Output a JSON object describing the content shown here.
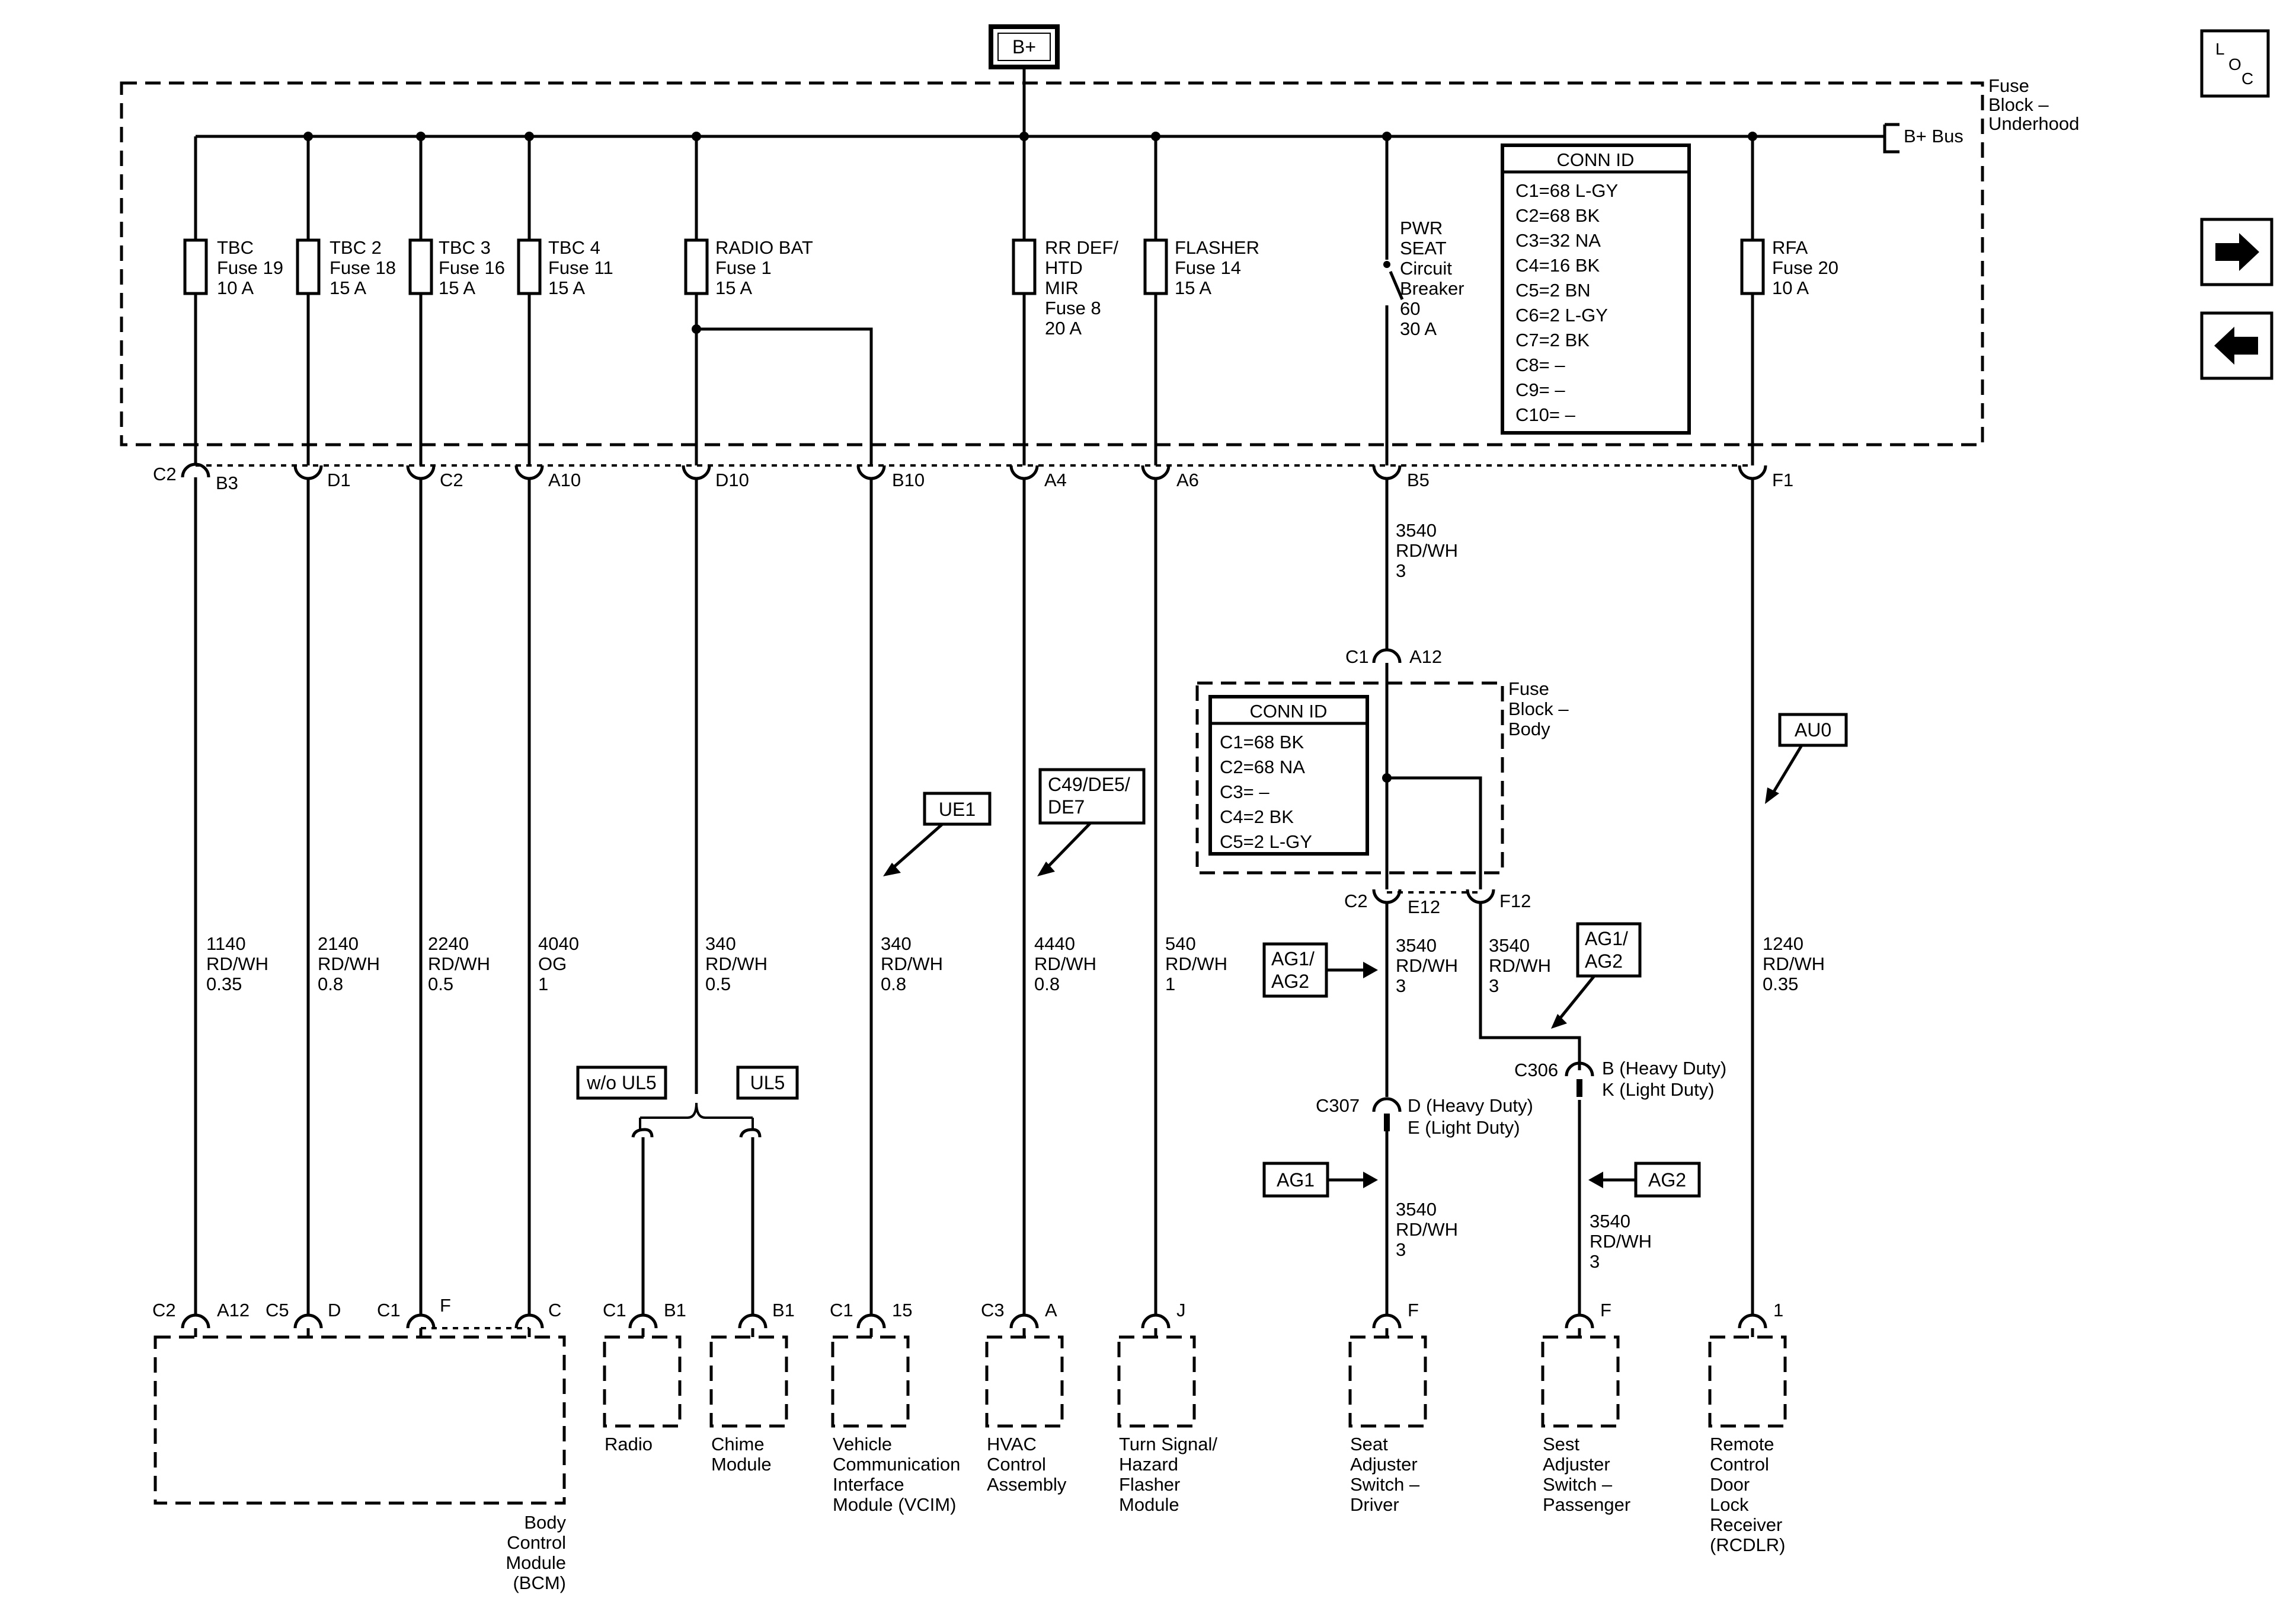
{
  "header": {
    "source_label": "B+",
    "loc_icon": "loc-locator-icon",
    "nav_next_icon": "arrow-right-icon",
    "nav_prev_icon": "arrow-left-icon",
    "loc_letters": [
      "L",
      "O",
      "C"
    ]
  },
  "underhood_block": {
    "name_lines": [
      "Fuse",
      "Block –",
      "Underhood"
    ],
    "bus_label": "B+ Bus",
    "conn_id": {
      "title": "CONN ID",
      "rows": [
        "C1=68 L-GY",
        "C2=68 BK",
        "C3=32 NA",
        "C4=16 BK",
        "C5=2 BN",
        "C6=2 L-GY",
        "C7=2 BK",
        "C8= –",
        "C9= –",
        "C10= –"
      ]
    },
    "fuses": [
      {
        "label": [
          "TBC",
          "Fuse 19",
          "10 A"
        ]
      },
      {
        "label": [
          "TBC 2",
          "Fuse 18",
          "15 A"
        ]
      },
      {
        "label": [
          "TBC 3",
          "Fuse 16",
          "15 A"
        ]
      },
      {
        "label": [
          "TBC 4",
          "Fuse 11",
          "15 A"
        ]
      },
      {
        "label": [
          "RADIO BAT",
          "Fuse 1",
          "15 A"
        ]
      },
      {
        "label": [
          "RR DEF/",
          "HTD",
          "MIR",
          "Fuse 8",
          "20 A"
        ]
      },
      {
        "label": [
          "FLASHER",
          "Fuse 14",
          "15 A"
        ]
      },
      {
        "label": [
          "PWR",
          "SEAT",
          "Circuit",
          "Breaker",
          "60",
          "30 A"
        ]
      },
      {
        "label": [
          "RFA",
          "Fuse 20",
          "10 A"
        ]
      }
    ],
    "pins": [
      {
        "connector": "C2",
        "pin": "B3"
      },
      {
        "connector": "",
        "pin": "D1"
      },
      {
        "connector": "",
        "pin": "C2"
      },
      {
        "connector": "",
        "pin": "A10"
      },
      {
        "connector": "",
        "pin": "D10"
      },
      {
        "connector": "",
        "pin": "B10"
      },
      {
        "connector": "",
        "pin": "A4"
      },
      {
        "connector": "",
        "pin": "A6"
      },
      {
        "connector": "",
        "pin": "B5"
      },
      {
        "connector": "",
        "pin": "F1"
      }
    ]
  },
  "wires": [
    {
      "circuit": [
        "1140",
        "RD/WH",
        "0.35"
      ]
    },
    {
      "circuit": [
        "2140",
        "RD/WH",
        "0.8"
      ]
    },
    {
      "circuit": [
        "2240",
        "RD/WH",
        "0.5"
      ]
    },
    {
      "circuit": [
        "4040",
        "OG",
        "1"
      ]
    },
    {
      "circuit": [
        "340",
        "RD/WH",
        "0.5"
      ]
    },
    {
      "circuit": [
        "340",
        "RD/WH",
        "0.8"
      ]
    },
    {
      "circuit": [
        "4440",
        "RD/WH",
        "0.8"
      ]
    },
    {
      "circuit": [
        "540",
        "RD/WH",
        "1"
      ]
    },
    {
      "circuit": [
        "1240",
        "RD/WH",
        "0.35"
      ]
    },
    {
      "circuit": [
        "3540",
        "RD/WH",
        "3"
      ]
    },
    {
      "circuit": [
        "3540",
        "RD/WH",
        "3"
      ]
    },
    {
      "circuit": [
        "3540",
        "RD/WH",
        "3"
      ]
    },
    {
      "circuit": [
        "3540",
        "RD/WH",
        "3"
      ]
    },
    {
      "circuit": [
        "3540",
        "RD/WH",
        "3"
      ]
    }
  ],
  "option_tags": {
    "ue1": "UE1",
    "c49": [
      "C49/DE5/",
      "DE7"
    ],
    "au0": "AU0",
    "wo_ul5": "w/o UL5",
    "ul5": "UL5",
    "ag1_ag2": [
      "AG1/",
      "AG2"
    ],
    "ag1": "AG1",
    "ag2": "AG2"
  },
  "body_block": {
    "name_lines": [
      "Fuse",
      "Block –",
      "Body"
    ],
    "in_conn": {
      "connector": "C1",
      "pin": "A12"
    },
    "out_left": {
      "connector": "C2",
      "pin": "E12"
    },
    "out_right": {
      "pin": "F12"
    },
    "conn_id": {
      "title": "CONN ID",
      "rows": [
        "C1=68 BK",
        "C2=68 NA",
        "C3= –",
        "C4=2 BK",
        "C5=2 L-GY"
      ]
    }
  },
  "inline_connectors": {
    "c307": {
      "name": "C307",
      "pins": [
        "D (Heavy Duty)",
        "E (Light Duty)"
      ]
    },
    "c306": {
      "name": "C306",
      "pins": [
        "B (Heavy Duty)",
        "K (Light Duty)"
      ]
    }
  },
  "components": {
    "bcm": {
      "name": [
        "Body",
        "Control",
        "Module",
        "(BCM)"
      ],
      "pins": [
        {
          "connector": "C2",
          "pin": "A12"
        },
        {
          "connector": "C5",
          "pin": "D"
        },
        {
          "connector": "C1",
          "pin": "F"
        },
        {
          "connector": "",
          "pin": "C"
        }
      ]
    },
    "radio": {
      "name": [
        "Radio"
      ],
      "pins": [
        {
          "connector": "C1",
          "pin": "B1"
        }
      ]
    },
    "chime": {
      "name": [
        "Chime",
        "Module"
      ],
      "pins": [
        {
          "connector": "",
          "pin": "B1"
        }
      ]
    },
    "vcim": {
      "name": [
        "Vehicle",
        "Communication",
        "Interface",
        "Module (VCIM)"
      ],
      "pins": [
        {
          "connector": "C1",
          "pin": "15"
        }
      ]
    },
    "hvac": {
      "name": [
        "HVAC",
        "Control",
        "Assembly"
      ],
      "pins": [
        {
          "connector": "C3",
          "pin": "A"
        }
      ]
    },
    "flasher": {
      "name": [
        "Turn Signal/",
        "Hazard",
        "Flasher",
        "Module"
      ],
      "pins": [
        {
          "connector": "",
          "pin": "J"
        }
      ]
    },
    "seat_driver": {
      "name": [
        "Seat",
        "Adjuster",
        "Switch –",
        "Driver"
      ],
      "pins": [
        {
          "connector": "",
          "pin": "F"
        }
      ]
    },
    "seat_passenger": {
      "name": [
        "Sest",
        "Adjuster",
        "Switch –",
        "Passenger"
      ],
      "pins": [
        {
          "connector": "",
          "pin": "F"
        }
      ]
    },
    "rcdlr": {
      "name": [
        "Remote",
        "Control",
        "Door",
        "Lock",
        "Receiver",
        "(RCDLR)"
      ],
      "pins": [
        {
          "connector": "",
          "pin": "1"
        }
      ]
    }
  }
}
